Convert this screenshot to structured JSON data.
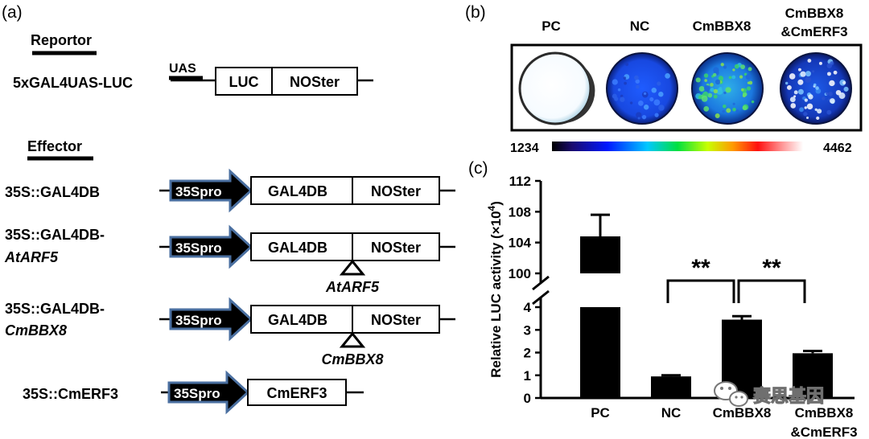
{
  "panel_a": {
    "label": "(a)",
    "reporter_heading": "Reportor",
    "effector_heading": "Effector",
    "reporter": {
      "name": "5xGAL4UAS-LUC",
      "uas": "UAS",
      "luc": "LUC",
      "noster": "NOSter"
    },
    "effectors": [
      {
        "name": "35S::GAL4DB",
        "name2": "",
        "promoter": "35Spro",
        "box1": "GAL4DB",
        "box2": "NOSter",
        "insert": ""
      },
      {
        "name": "35S::GAL4DB-",
        "name2": "AtARF5",
        "promoter": "35Spro",
        "box1": "GAL4DB",
        "box2": "NOSter",
        "insert": "AtARF5"
      },
      {
        "name": "35S::GAL4DB-",
        "name2": "CmBBX8",
        "promoter": "35Spro",
        "box1": "GAL4DB",
        "box2": "NOSter",
        "insert": "CmBBX8"
      },
      {
        "name": "35S::CmERF3",
        "name2": "",
        "promoter": "35Spro",
        "box1": "CmERF3",
        "box2": "",
        "insert": ""
      }
    ]
  },
  "panel_b": {
    "label": "(b)",
    "columns": [
      "PC",
      "NC",
      "CmBBX8",
      "CmBBX8",
      "&CmERF3"
    ],
    "scale_min": "1234",
    "scale_max": "4462"
  },
  "panel_c": {
    "label": "(c)",
    "watermark": "赛思基因"
  },
  "chart_data": {
    "type": "bar",
    "categories": [
      "PC",
      "NC",
      "CmBBX8",
      "CmBBX8\n&CmERF3"
    ],
    "category_lines": [
      [
        "PC"
      ],
      [
        "NC"
      ],
      [
        "CmBBX8"
      ],
      [
        "CmBBX8",
        "&CmERF3"
      ]
    ],
    "values": [
      104.8,
      0.95,
      3.45,
      1.97
    ],
    "errors": [
      2.8,
      0.05,
      0.15,
      0.1
    ],
    "ylabel": "Relative LUC activity (×10⁴)",
    "ylabel_main": "Relative LUC activity (×10",
    "ylabel_exp": "4",
    "ylabel_close": ")",
    "axis_break": true,
    "lower_range": [
      0,
      4
    ],
    "upper_range": [
      100,
      112
    ],
    "lower_ticks": [
      "0",
      "1",
      "2",
      "3",
      "4"
    ],
    "upper_ticks": [
      "100",
      "104",
      "108",
      "112"
    ],
    "significance": [
      {
        "between": [
          "NC",
          "CmBBX8"
        ],
        "label": "**"
      },
      {
        "between": [
          "CmBBX8",
          "CmBBX8\n&CmERF3"
        ],
        "label": "**"
      }
    ],
    "grid": false
  }
}
